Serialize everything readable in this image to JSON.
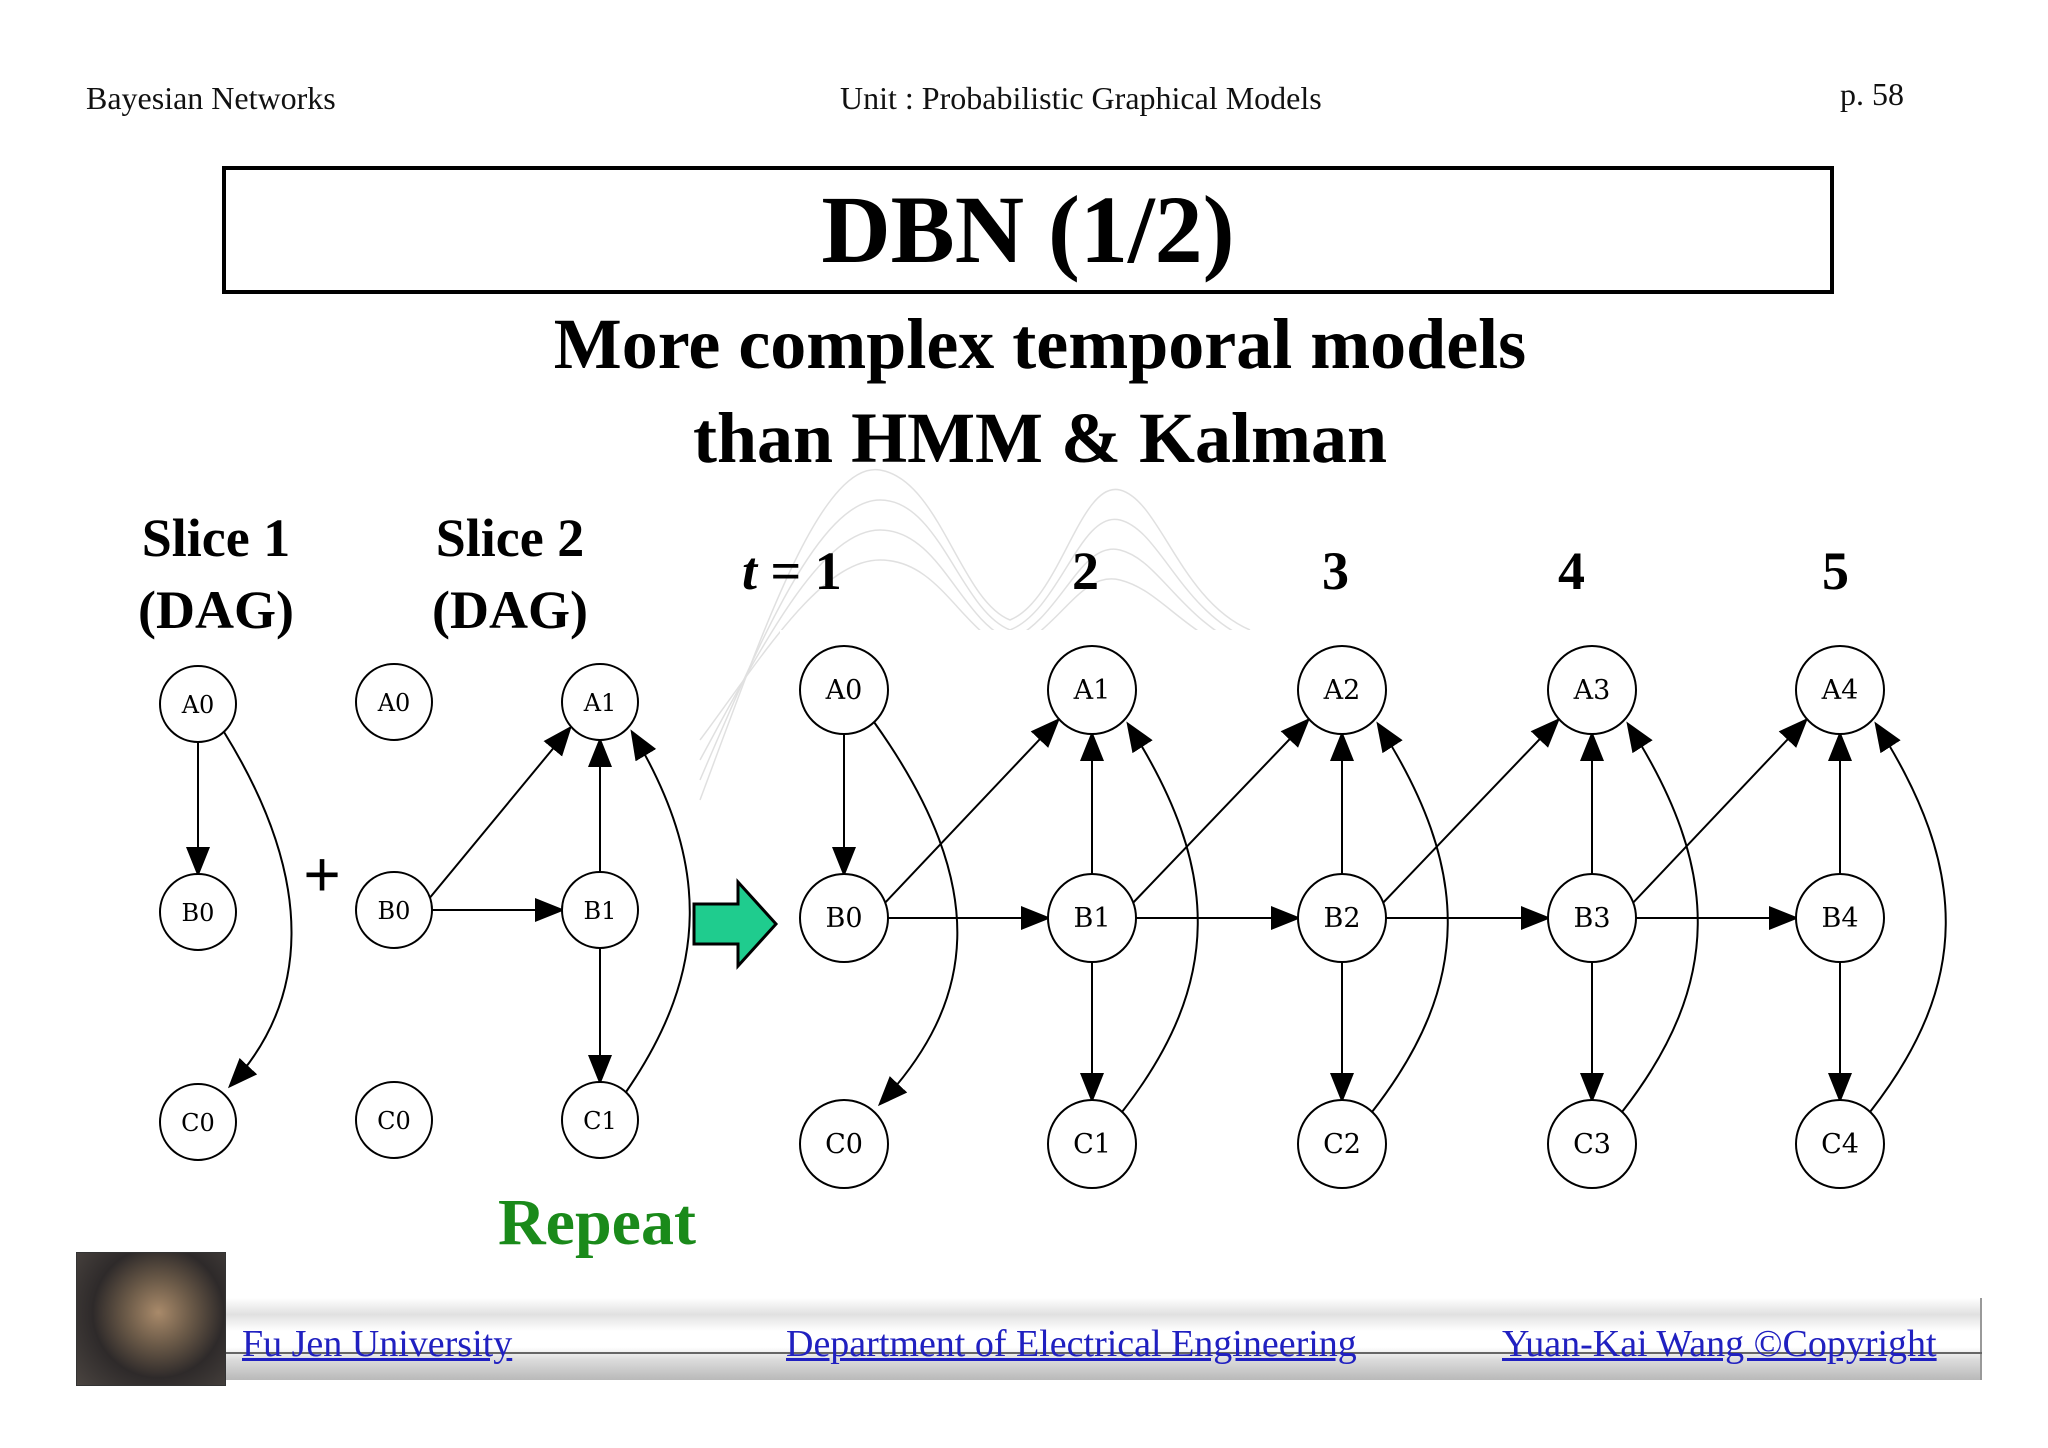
{
  "header": {
    "left": "Bayesian Networks",
    "center": "Unit : Probabilistic Graphical Models",
    "page": "p.  58"
  },
  "title": "DBN (1/2)",
  "subtitle_line1": "More complex temporal models",
  "subtitle_line2": "than HMM & Kalman",
  "slice1": {
    "line1": "Slice 1",
    "line2": "(DAG)"
  },
  "slice2": {
    "line1": "Slice 2",
    "line2": "(DAG)"
  },
  "plus": "+",
  "time_labels": [
    "t = 1",
    "2",
    "3",
    "4",
    "5"
  ],
  "repeat_label": "Repeat",
  "slice1_nodes": [
    "A0",
    "B0",
    "C0"
  ],
  "slice2_nodes_prev": [
    "A0",
    "B0",
    "C0"
  ],
  "slice2_nodes_curr": [
    "A1",
    "B1",
    "C1"
  ],
  "unrolled_nodes": {
    "A": [
      "A0",
      "A1",
      "A2",
      "A3",
      "A4"
    ],
    "B": [
      "B0",
      "B1",
      "B2",
      "B3",
      "B4"
    ],
    "C": [
      "C0",
      "C1",
      "C2",
      "C3",
      "C4"
    ]
  },
  "arrow_color": "#1fcc8e",
  "footer": {
    "university": "Fu Jen University",
    "department": "Department of Electrical Engineering",
    "copyright": "Yuan-Kai Wang ©Copyright"
  }
}
